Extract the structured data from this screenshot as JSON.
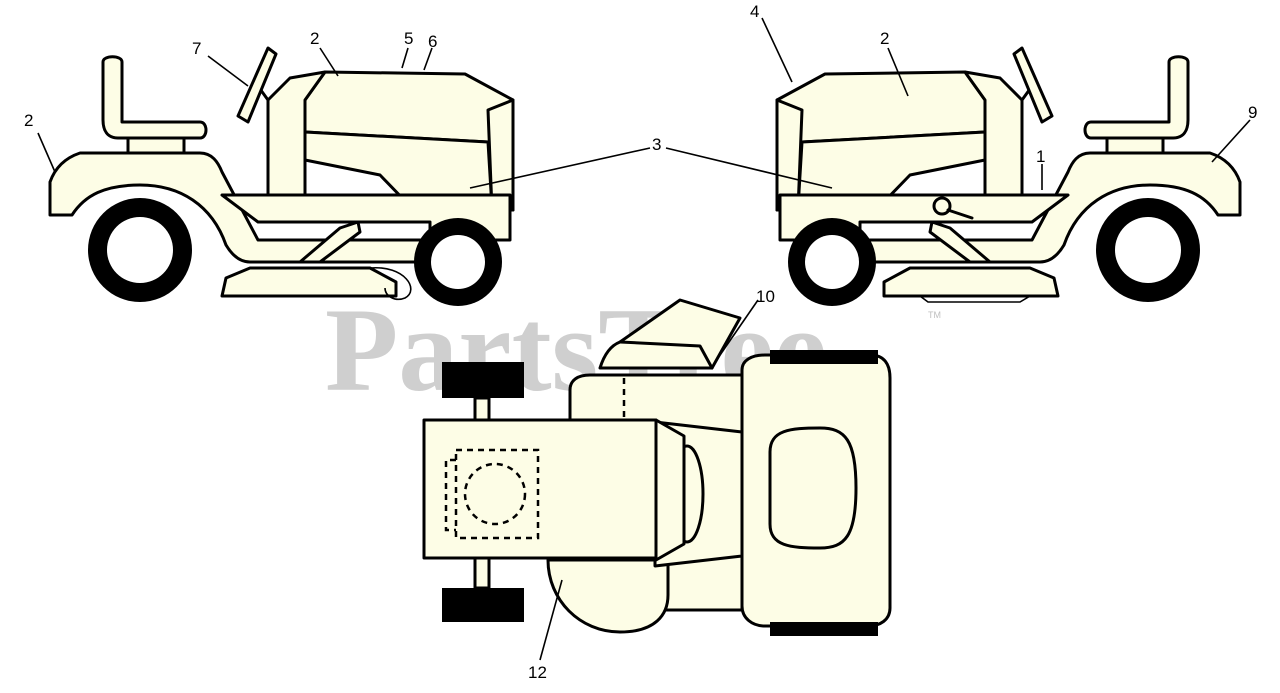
{
  "watermark": {
    "text": "PartsTree",
    "trademark": "TM"
  },
  "callouts": {
    "c2_left_rear": "2",
    "c7": "7",
    "c2_left_hood": "2",
    "c5": "5",
    "c6": "6",
    "c3": "3",
    "c4": "4",
    "c2_right_hood": "2",
    "c9": "9",
    "c1": "1",
    "c10": "10",
    "c12": "12"
  }
}
